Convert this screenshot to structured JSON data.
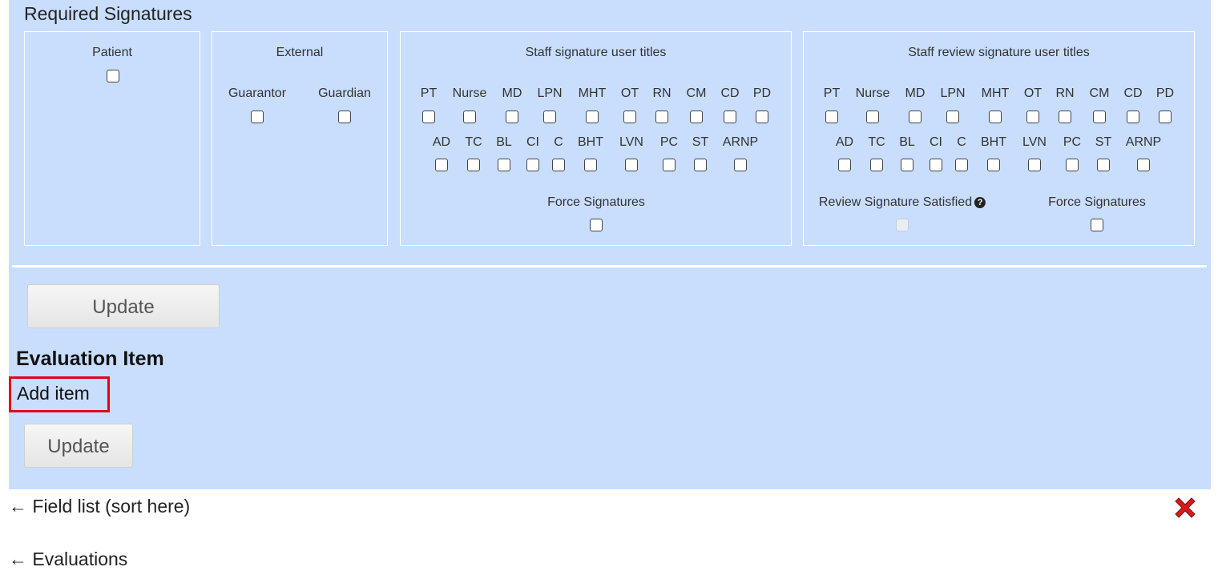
{
  "required_signatures": {
    "title": "Required Signatures",
    "patient": {
      "title": "Patient"
    },
    "external": {
      "title": "External",
      "items": [
        "Guarantor",
        "Guardian"
      ]
    },
    "staff_signature": {
      "title": "Staff signature user titles",
      "row1": [
        "PT",
        "Nurse",
        "MD",
        "LPN",
        "MHT",
        "OT",
        "RN",
        "CM",
        "CD",
        "PD"
      ],
      "row2": [
        "AD",
        "TC",
        "BL",
        "CI",
        "C",
        "BHT",
        "LVN",
        "PC",
        "ST",
        "ARNP"
      ],
      "force_label": "Force Signatures"
    },
    "staff_review": {
      "title": "Staff review signature user titles",
      "row1": [
        "PT",
        "Nurse",
        "MD",
        "LPN",
        "MHT",
        "OT",
        "RN",
        "CM",
        "CD",
        "PD"
      ],
      "row2": [
        "AD",
        "TC",
        "BL",
        "CI",
        "C",
        "BHT",
        "LVN",
        "PC",
        "ST",
        "ARNP"
      ],
      "review_satisfied_label": "Review Signature Satisfied",
      "force_label": "Force Signatures"
    }
  },
  "update_button_1": "Update",
  "evaluation_item": {
    "heading": "Evaluation Item",
    "add_item": "Add item",
    "update_button": "Update"
  },
  "nav": {
    "field_list": "← Field list (sort here)",
    "evaluations": "← Evaluations"
  },
  "icons": {
    "close": "close-x-icon",
    "help": "question-circle-icon"
  },
  "colors": {
    "panel_bg": "#c9defd",
    "highlight": "#e3001b",
    "close": "#d01c1c"
  }
}
